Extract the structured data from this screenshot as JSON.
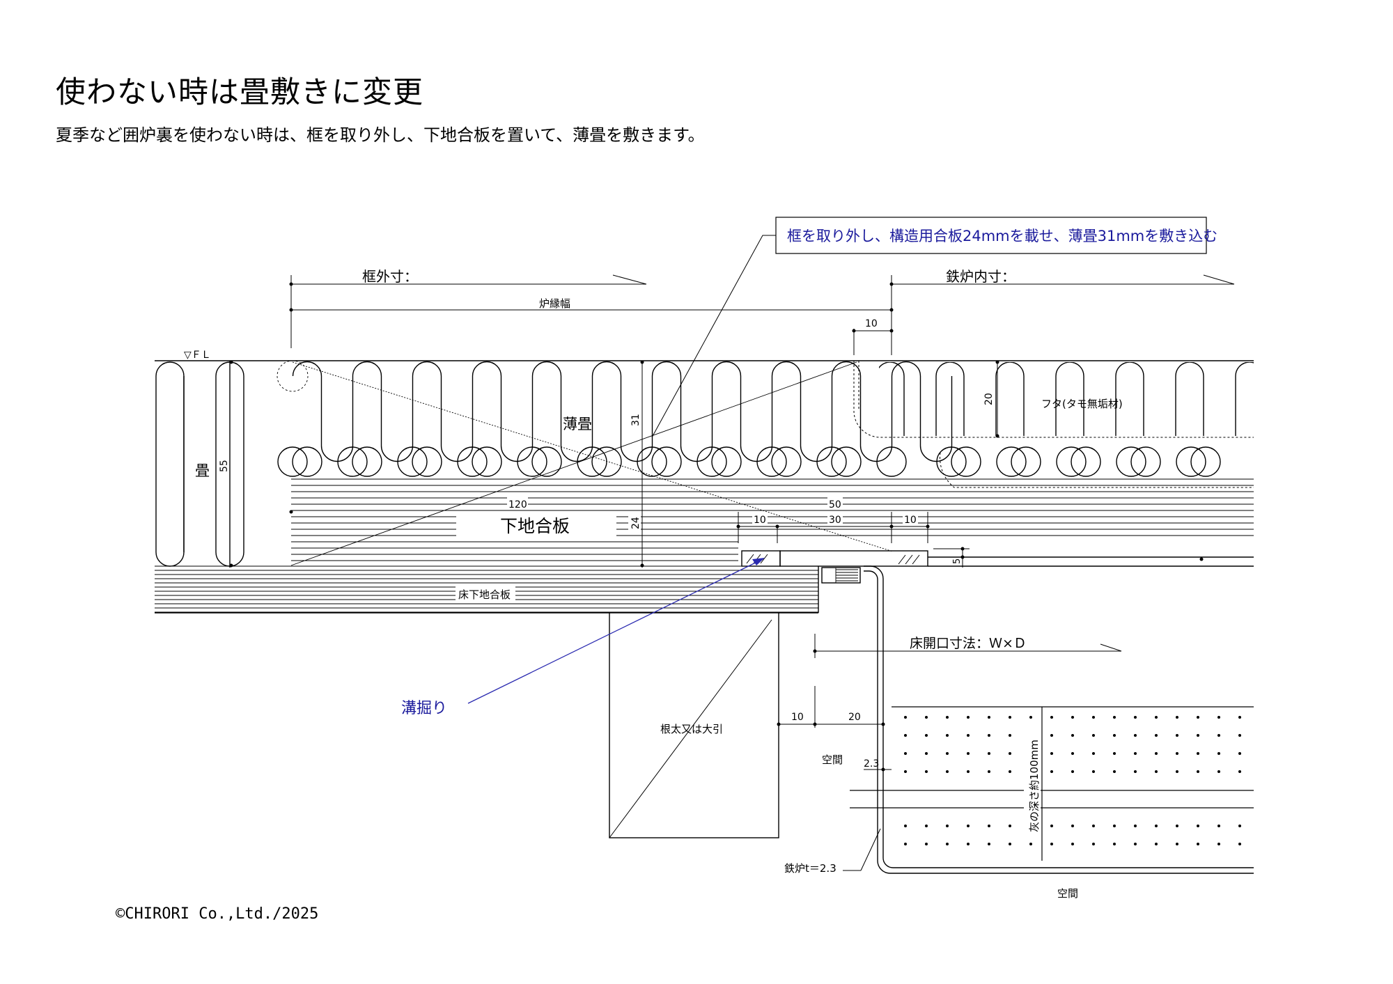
{
  "title": "使わない時は畳敷きに変更",
  "subtitle": "夏季など囲炉裏を使わない時は、框を取り外し、下地合板を置いて、薄畳を敷きます。",
  "callout_note": "框を取り外し、構造用合板24mmを載せ、薄畳31mmを敷き込む",
  "copyright": "©CHIRORI Co.,Ltd./2025",
  "labels": {
    "frame_outer": "框外寸：",
    "hearth_edge_width": "炉縁幅",
    "iron_inner": "鉄炉内寸：",
    "fl": "▽ＦＬ",
    "tatami": "畳",
    "thin_tatami": "薄畳",
    "lid": "フタ(タモ無垢材)",
    "sub_plywood": "下地合板",
    "floor_sub_plywood": "床下地合板",
    "groove": "溝掘り",
    "floor_opening": "床開口寸法：Ｗ×Ｄ",
    "joist": "根太又は大引",
    "space_1": "空間",
    "space_2": "空間",
    "ash_depth": "灰の深さ約100mm",
    "iron_hearth": "鉄炉t＝2.3"
  },
  "dims": {
    "d10_top": "10",
    "d55": "55",
    "d31": "31",
    "d20_lid": "20",
    "d120": "120",
    "d50": "50",
    "d10_a": "10",
    "d30": "30",
    "d10_b": "10",
    "d24": "24",
    "d5": "5",
    "d10_c": "10",
    "d20_c": "20",
    "d23": "2.3"
  },
  "colors": {
    "line": "#000000",
    "note_blue": "#1a1a9c",
    "leader_blue": "#2a2ab0"
  }
}
